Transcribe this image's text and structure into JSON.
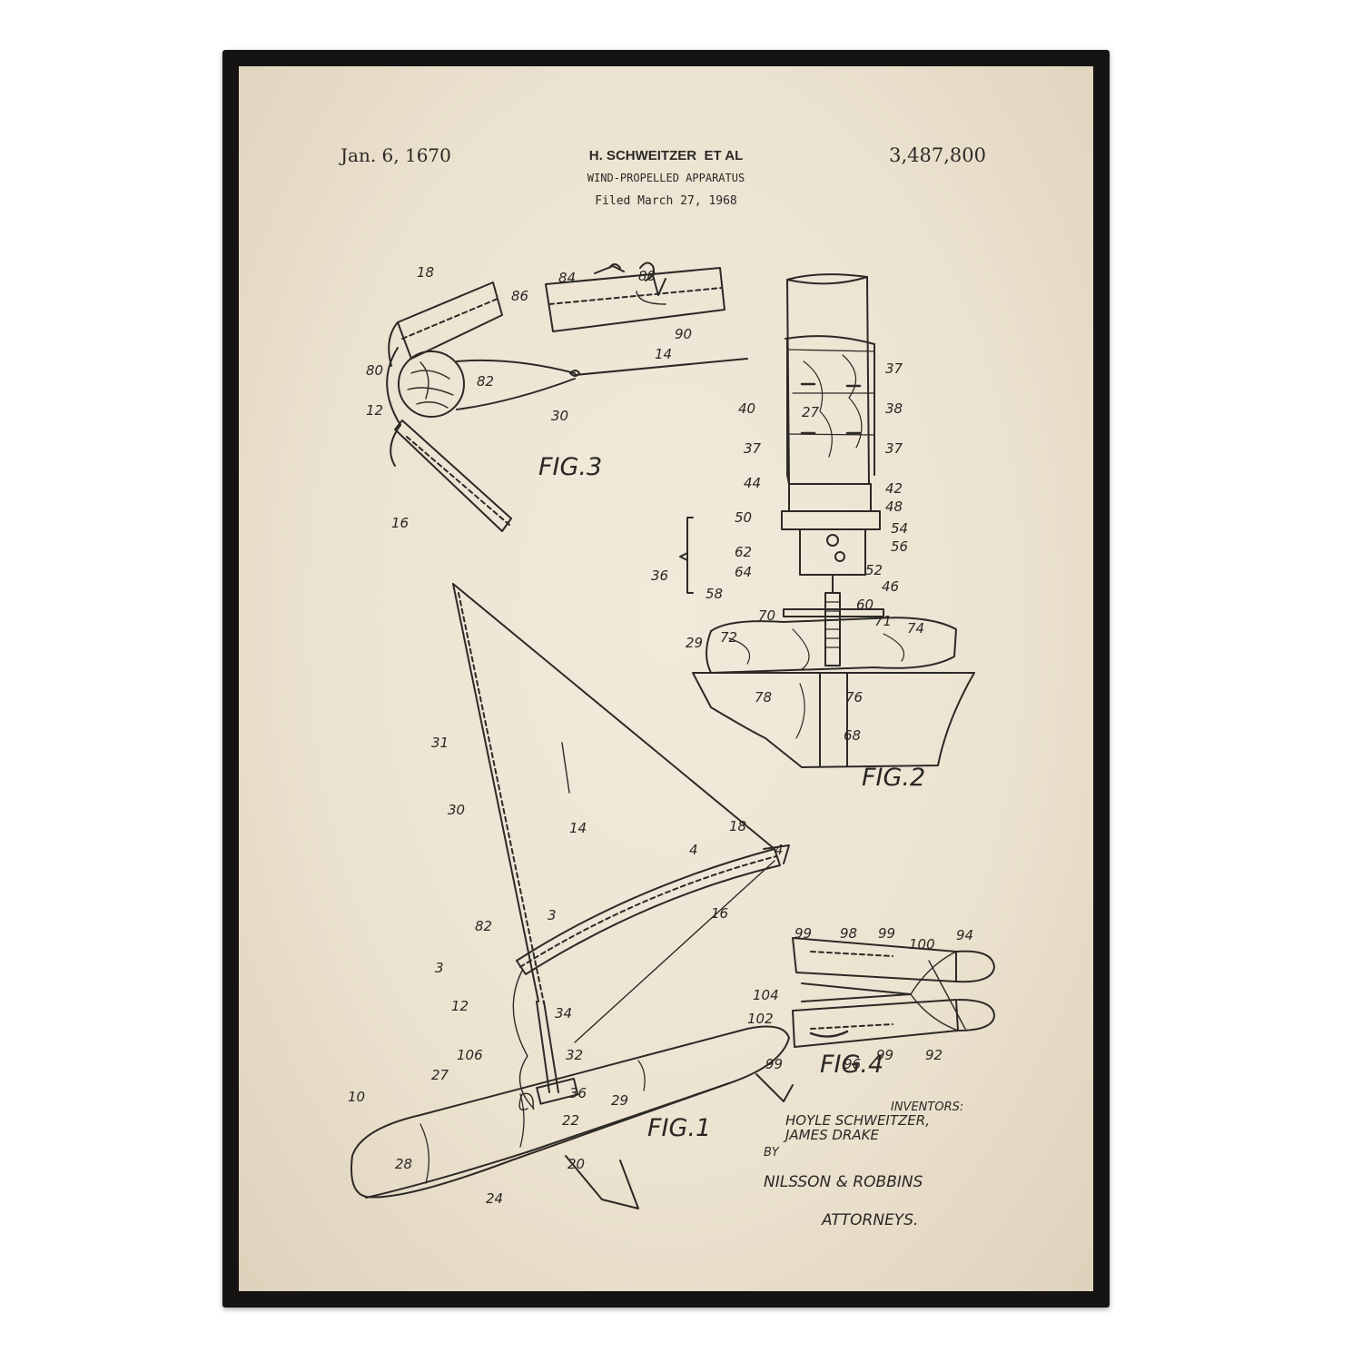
{
  "header": {
    "date": "Jan. 6, 1670",
    "inventor_short": "H. SCHWEITZER",
    "et_al": "ET AL",
    "patent_number": "3,487,800",
    "title": "WIND-PROPELLED APPARATUS",
    "filed": "Filed March 27, 1968"
  },
  "figures": {
    "fig1": "FIG.1",
    "fig2": "FIG.2",
    "fig3": "FIG.3",
    "fig4": "FIG.4"
  },
  "credits": {
    "inventors_label": "INVENTORS:",
    "inventor1": "HOYLE SCHWEITZER,",
    "inventor2": "JAMES DRAKE",
    "by": "BY",
    "attorneys_firm": "NILSSON & ROBBINS",
    "attorneys_label": "ATTORNEYS."
  },
  "reference_numerals": {
    "fig3": [
      "18",
      "80",
      "12",
      "82",
      "30",
      "14",
      "16"
    ],
    "detail": [
      "86",
      "84",
      "88",
      "90"
    ],
    "fig2": [
      "37",
      "40",
      "27",
      "38",
      "37",
      "37",
      "44",
      "42",
      "48",
      "50",
      "54",
      "56",
      "62",
      "64",
      "52",
      "46",
      "36",
      "58",
      "60",
      "70",
      "71",
      "72",
      "74",
      "29",
      "78",
      "76",
      "68"
    ],
    "fig1": [
      "31",
      "30",
      "14",
      "18",
      "4",
      "4",
      "82",
      "3",
      "16",
      "3",
      "12",
      "34",
      "106",
      "32",
      "27",
      "10",
      "36",
      "29",
      "22",
      "28",
      "24",
      "20"
    ],
    "fig4": [
      "99",
      "98",
      "99",
      "100",
      "94",
      "104",
      "102",
      "99",
      "96",
      "99",
      "92"
    ]
  }
}
